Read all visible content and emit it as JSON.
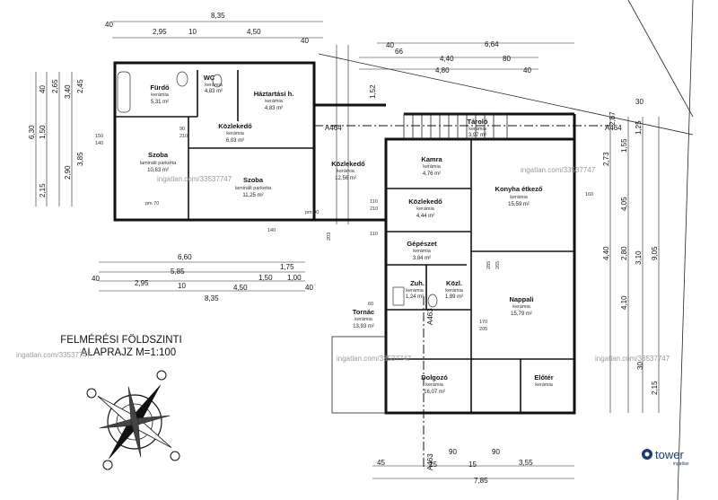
{
  "title": {
    "line1": "FELMÉRÉSI FÖLDSZINTI",
    "line2": "ALAPRAJZ   M=1:100"
  },
  "watermark": "ingatlan.com/33537747",
  "logo": {
    "name": "tower",
    "tagline": "ingatlan"
  },
  "section_marks": [
    "A464",
    "A464",
    "A463",
    "A463"
  ],
  "rooms": [
    {
      "name": "Fürdő",
      "finish": "kerámia",
      "area": "5,31 m²"
    },
    {
      "name": "WC",
      "finish": "kerámia",
      "area": "4,83 m²"
    },
    {
      "name": "Háztartási h.",
      "finish": "kerámia",
      "area": "4,83 m²"
    },
    {
      "name": "Közlekedő",
      "finish": "kerámia",
      "area": "6,03 m²"
    },
    {
      "name": "Szoba",
      "finish": "laminált parketta",
      "area": "10,63 m²"
    },
    {
      "name": "Szoba",
      "finish": "laminált parketta",
      "area": "11,25 m²"
    },
    {
      "name": "Közlekedő",
      "finish": "kerámia",
      "area": "12,56 m²"
    },
    {
      "name": "Kamra",
      "finish": "kerámia",
      "area": "4,76 m²"
    },
    {
      "name": "Tároló",
      "finish": "kerámia",
      "area": "3,97 m²"
    },
    {
      "name": "Konyha étkező",
      "finish": "kerámia",
      "area": "15,59 m²"
    },
    {
      "name": "Közlekedő",
      "finish": "kerámia",
      "area": "4,44 m²"
    },
    {
      "name": "Gépészet",
      "finish": "kerámia",
      "area": "3,84 m²"
    },
    {
      "name": "Zuh.",
      "finish": "kerámia",
      "area": "1,24 m²"
    },
    {
      "name": "Közl.",
      "finish": "kerámia",
      "area": "1,89 m²"
    },
    {
      "name": "Nappali",
      "finish": "kerámia",
      "area": "15,79 m²"
    },
    {
      "name": "Tornác",
      "finish": "kerámia",
      "area": "13,93 m²"
    },
    {
      "name": "Dolgozó",
      "finish": "kerámia",
      "area": "16,07 m²"
    },
    {
      "name": "Előtér",
      "finish": "kerámia",
      "area": ""
    }
  ],
  "dims": {
    "top": [
      "8,35",
      "40",
      "2,95",
      "10",
      "4,50",
      "40",
      "40",
      "6,64",
      "4,40",
      "80",
      "66",
      "4,80",
      "40",
      "1,52",
      "30"
    ],
    "left": [
      "6,30",
      "1,50",
      "2,15",
      "40",
      "2,65",
      "3,40",
      "2,90",
      "3,85",
      "2,45"
    ],
    "bottom_left": [
      "6,60",
      "1,75",
      "5,85",
      "1,50",
      "1,00",
      "40",
      "2,95",
      "10",
      "4,50",
      "40",
      "8,35"
    ],
    "bottom_right": [
      "45",
      "25",
      "15",
      "3,55",
      "7,85",
      "90",
      "90"
    ],
    "right": [
      "2,73",
      "1,55",
      "1,25",
      "2,87",
      "4,05",
      "2,80",
      "4,40",
      "3,10",
      "9,05",
      "4,10",
      "2,15",
      "30"
    ],
    "openings": [
      "150",
      "140",
      "90",
      "210",
      "60",
      "203",
      "110",
      "210",
      "110",
      "140",
      "170",
      "205",
      "160",
      "285",
      "265",
      "pm 70",
      "pm 00"
    ]
  }
}
